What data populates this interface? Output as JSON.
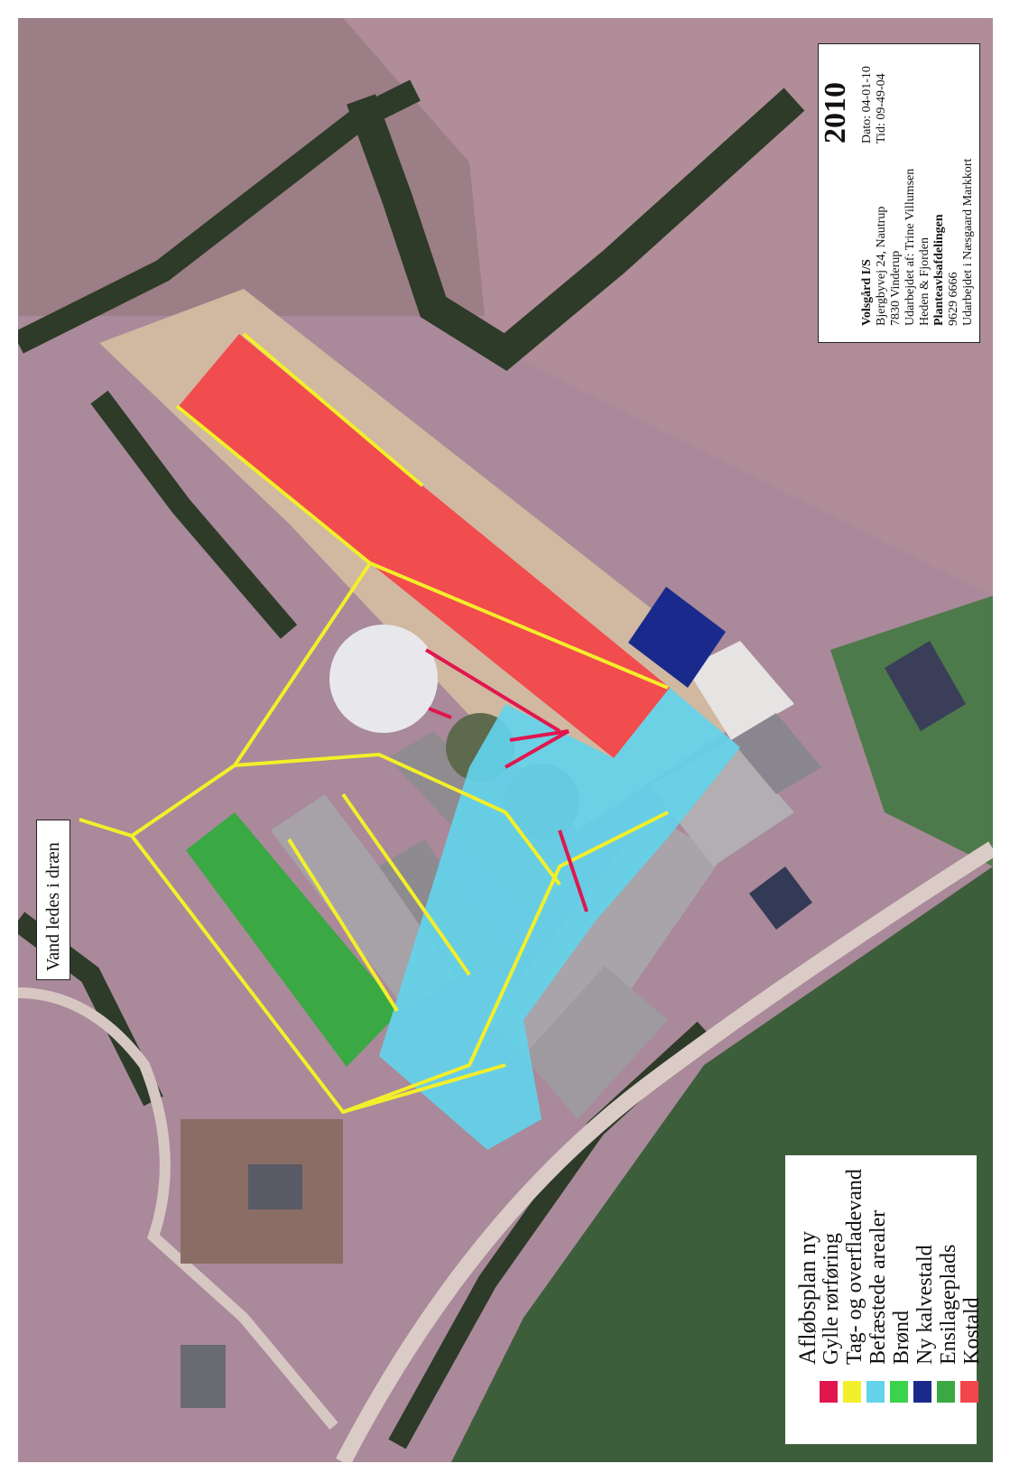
{
  "map_note": "Vand ledes i dræn",
  "title_block": {
    "year": "2010",
    "farm_name": "Volsgård I/S",
    "address_line1": "Bjergbyvej 24, Nautrup",
    "address_line2": "7830 Vinderup",
    "date": "Dato: 04-01-10",
    "time": "Tid: 09-49-04",
    "prepared_by": "Udarbejdet af: Trine Villumsen",
    "org_line1": "Heden & Fjorden",
    "org_line2": "Planteavlsafdelingen",
    "phone": "9629 6666",
    "software": "Udarbejdet i Næsgaard Markkort"
  },
  "legend": {
    "title": "Afløbsplan ny",
    "items": [
      {
        "label": "Gylle rørføring",
        "color": "#e0174f"
      },
      {
        "label": "Tag- og overfladevand",
        "color": "#f3ef2a"
      },
      {
        "label": "Befæstede arealer",
        "color": "#63d2ea"
      },
      {
        "label": "Brønd",
        "color": "#3bd34a"
      },
      {
        "label": "Ny kalvestald",
        "color": "#1a2a8c"
      },
      {
        "label": "Ensilageplads",
        "color": "#3aa843"
      },
      {
        "label": "Kostald",
        "color": "#f2464a"
      }
    ]
  },
  "colors": {
    "field": "#a88a90",
    "hedge": "#2f3e2a",
    "road": "#d9c9c4",
    "sand": "#d8bfa6",
    "roof": "#a8a4a8",
    "grass": "#4d7447"
  }
}
